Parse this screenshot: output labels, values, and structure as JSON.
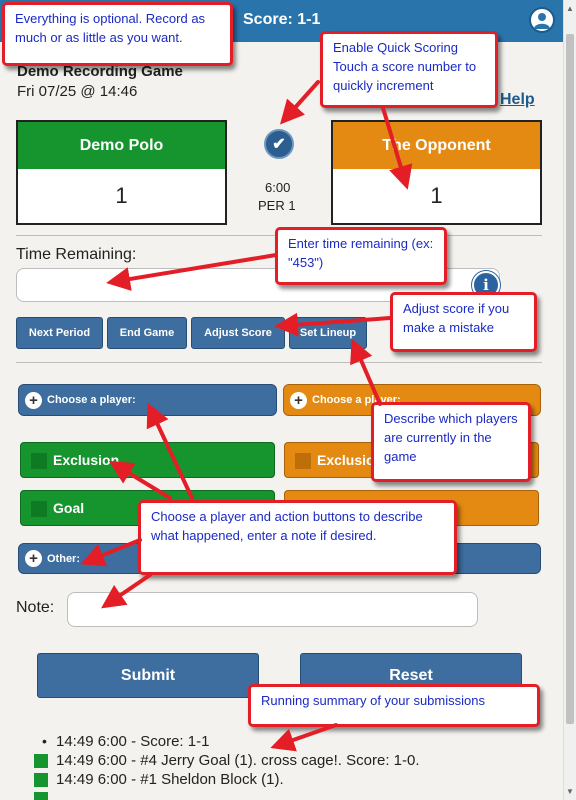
{
  "header": {
    "title": "Score: 1-1",
    "user_icon": "user-icon"
  },
  "game": {
    "title": "Demo Recording Game",
    "date": "Fri 07/25 @ 14:46",
    "help_label": "Help"
  },
  "teams": {
    "home": {
      "name": "Demo Polo",
      "score": "1"
    },
    "away": {
      "name": "The Opponent",
      "score": "1"
    }
  },
  "clock": {
    "time": "6:00",
    "period": "PER 1"
  },
  "time_remaining": {
    "label": "Time Remaining:",
    "value": "",
    "placeholder": ""
  },
  "controls": {
    "next_period": "Next Period",
    "end_game": "End Game",
    "adjust_score": "Adjust Score",
    "set_lineup": "Set Lineup"
  },
  "players": {
    "home_choose": "Choose a player:",
    "away_choose": "Choose a player:"
  },
  "actions": {
    "home_exclusion": "Exclusion",
    "away_exclusion": "Exclusion",
    "home_goal": "Goal"
  },
  "other": {
    "label": "Other:"
  },
  "note": {
    "label": "Note:",
    "value": ""
  },
  "submit": {
    "submit_label": "Submit",
    "reset_label": "Reset"
  },
  "summary": [
    {
      "marker": "bullet",
      "text": "14:49 6:00 - Score: 1-1"
    },
    {
      "marker": "green",
      "text": "14:49 6:00 - #4 Jerry Goal (1). cross cage!. Score: 1-0."
    },
    {
      "marker": "green",
      "text": "14:49 6:00 - #1 Sheldon Block (1)."
    }
  ],
  "callouts": {
    "optional": "Everything is optional.  Record as much or as little as you want.",
    "quick_scoring": "Enable Quick Scoring Touch a score number to quickly increment",
    "time_remaining": "Enter time remaining (ex: \"453\")",
    "adjust_score": "Adjust score if you make a mistake",
    "lineup": "Describe which players are currently in the game",
    "actions": "Choose a player and action buttons to describe what happened, enter a note if desired.",
    "summary": "Running summary of your submissions"
  },
  "colors": {
    "header_blue": "#2a74ac",
    "button_blue": "#3e6e9f",
    "home_green": "#16952f",
    "away_orange": "#e48a12",
    "callout_red": "#e41e26",
    "callout_text": "#1a2ac4"
  }
}
